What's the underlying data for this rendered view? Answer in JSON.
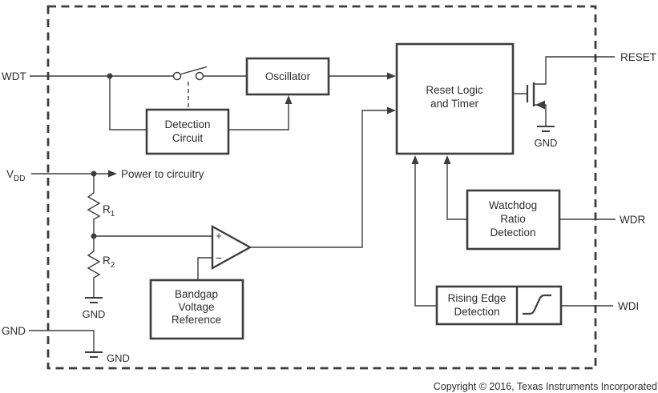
{
  "diagram": {
    "pins": {
      "wdt": "WDT",
      "vdd_main": "V",
      "vdd_sub": "DD",
      "gnd_in": "GND",
      "reset": "RESET",
      "wdr": "WDR",
      "wdi": "WDI"
    },
    "annotations": {
      "power_to_circuitry": "Power to circuitry",
      "r1_main": "R",
      "r1_sub": "1",
      "r2_main": "R",
      "r2_sub": "2",
      "gnd_below_r2": "GND",
      "gnd_bottom": "GND",
      "gnd_fet": "GND",
      "comparator_plus": "+",
      "comparator_minus": "−"
    },
    "blocks": {
      "oscillator": {
        "lines": [
          "Oscillator"
        ]
      },
      "detection_circuit": {
        "lines": [
          "Detection",
          "Circuit"
        ]
      },
      "reset_logic": {
        "lines": [
          "Reset Logic",
          "and Timer"
        ]
      },
      "watchdog_ratio": {
        "lines": [
          "Watchdog",
          "Ratio",
          "Detection"
        ]
      },
      "bandgap": {
        "lines": [
          "Bandgap",
          "Voltage",
          "Reference"
        ]
      },
      "rising_edge": {
        "lines": [
          "Rising Edge",
          "Detection"
        ]
      }
    },
    "footer": {
      "copyright": "Copyright © 2016, Texas Instruments Incorporated"
    }
  }
}
